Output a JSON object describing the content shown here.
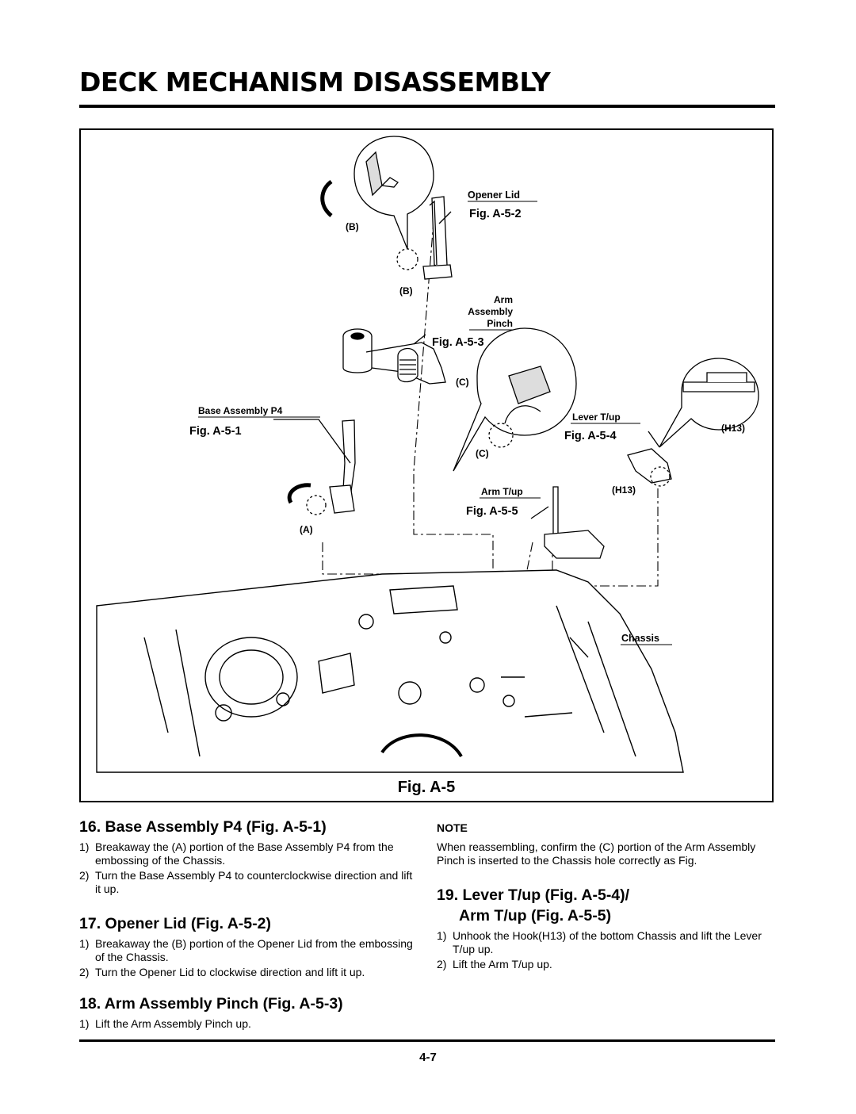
{
  "header": {
    "title": "DECK MECHANISM DISASSEMBLY"
  },
  "figure": {
    "caption": "Fig. A-5",
    "labels": {
      "opener_lid": "Opener Lid",
      "fig_a_5_2": "Fig. A-5-2",
      "b_top": "(B)",
      "b_bottom": "(B)",
      "arm": "Arm",
      "assembly": "Assembly",
      "pinch": "Pinch",
      "fig_a_5_3": "Fig. A-5-3",
      "c_top": "(C)",
      "c_bottom": "(C)",
      "base_assembly_p4": "Base Assembly P4",
      "fig_a_5_1": "Fig. A-5-1",
      "a": "(A)",
      "lever_tup": "Lever T/up",
      "fig_a_5_4": "Fig. A-5-4",
      "h13_top": "(H13)",
      "h13_bottom": "(H13)",
      "arm_tup": "Arm T/up",
      "fig_a_5_5": "Fig. A-5-5",
      "chassis": "Chassis"
    }
  },
  "sections": {
    "s16": {
      "title": "16. Base Assembly P4 (Fig. A-5-1)",
      "steps": [
        {
          "num": "1)",
          "text": "Breakaway the (A) portion of the Base Assembly P4 from the embossing of the Chassis."
        },
        {
          "num": "2)",
          "text": "Turn the Base Assembly P4 to counterclockwise direction and lift it up."
        }
      ]
    },
    "s17": {
      "title": "17. Opener Lid (Fig. A-5-2)",
      "steps": [
        {
          "num": "1)",
          "text": "Breakaway the (B) portion of the Opener Lid from the embossing of the Chassis."
        },
        {
          "num": "2)",
          "text": "Turn the Opener Lid to clockwise direction and lift it up."
        }
      ]
    },
    "s18": {
      "title": "18. Arm Assembly Pinch (Fig. A-5-3)",
      "steps": [
        {
          "num": "1)",
          "text": "Lift the Arm Assembly Pinch up."
        }
      ]
    },
    "note": {
      "heading": "NOTE",
      "body": "When reassembling, confirm the (C) portion of the Arm Assembly Pinch is inserted to the Chassis hole correctly as Fig."
    },
    "s19": {
      "title_line1": "19. Lever T/up (Fig. A-5-4)/",
      "title_line2": "Arm T/up (Fig. A-5-5)",
      "steps": [
        {
          "num": "1)",
          "text": "Unhook the Hook(H13) of the bottom Chassis and lift the Lever T/up up."
        },
        {
          "num": "2)",
          "text": "Lift the Arm T/up up."
        }
      ]
    }
  },
  "footer": {
    "page_number": "4-7"
  }
}
